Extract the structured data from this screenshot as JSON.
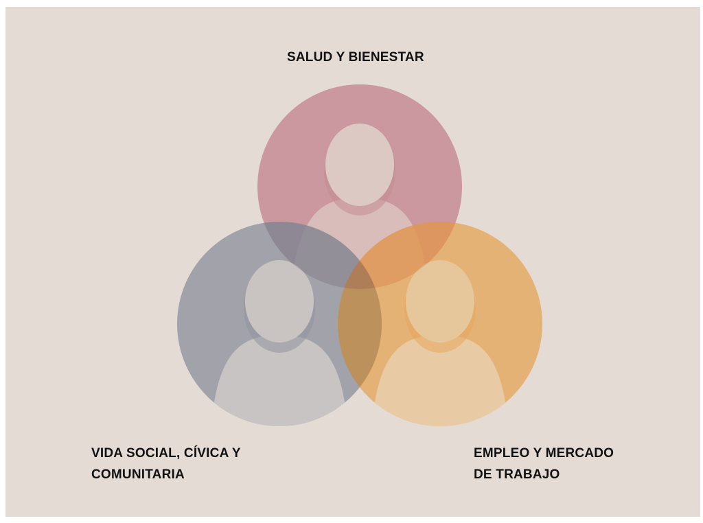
{
  "diagram": {
    "categories": [
      {
        "id": "health",
        "lines": [
          "SALUD Y BIENESTAR"
        ],
        "color": "#c58c94"
      },
      {
        "id": "social",
        "lines": [
          "VIDA SOCIAL, CÍVICA Y",
          "COMUNITARIA"
        ],
        "color": "#9fa3ac"
      },
      {
        "id": "employment",
        "lines": [
          "EMPLEO Y MERCADO",
          "DE TRABAJO"
        ],
        "color": "#e5ae6a"
      }
    ],
    "background": "#e4dbd5",
    "figure_color": "#dcc9c4",
    "icon": "person-silhouette-icon"
  }
}
